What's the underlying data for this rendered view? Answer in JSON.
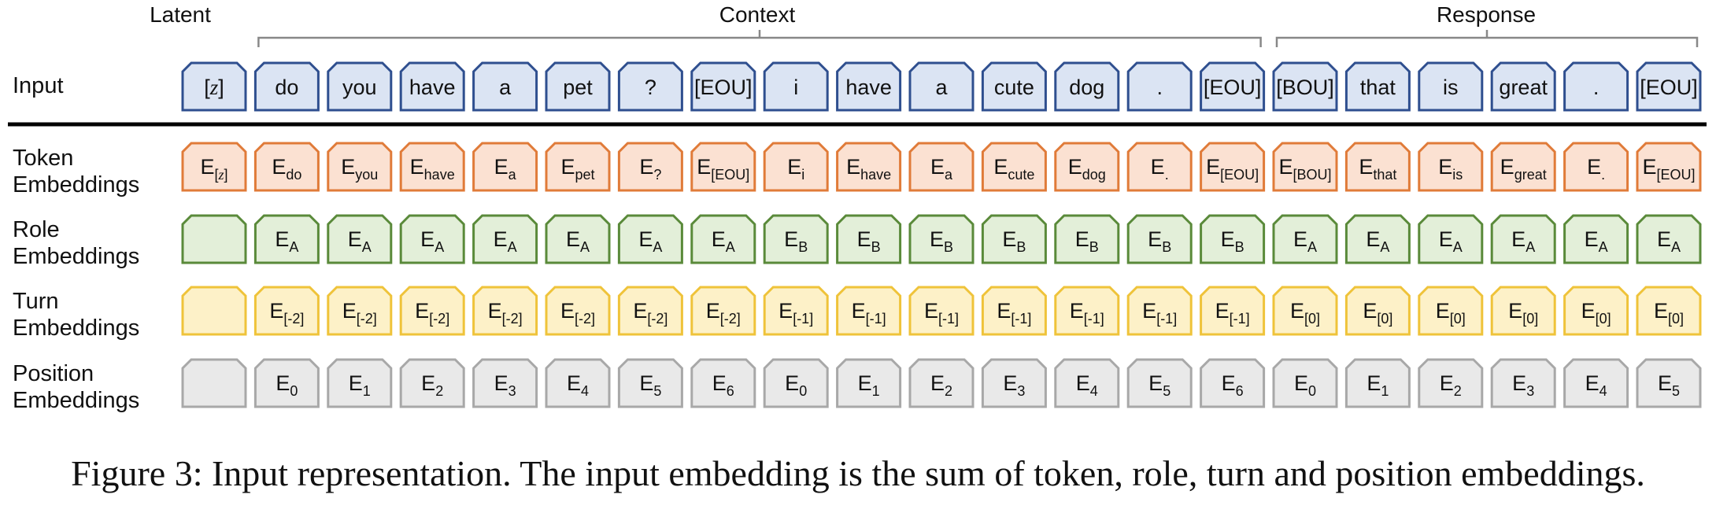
{
  "group_labels": {
    "latent": "Latent",
    "context": "Context",
    "response": "Response"
  },
  "rows": [
    {
      "key": "input",
      "label": [
        "Input"
      ],
      "stroke": "#2f4f8f",
      "fill": "#dbe4f3"
    },
    {
      "key": "token",
      "label": [
        "Token",
        "Embeddings"
      ],
      "stroke": "#e07b39",
      "fill": "#fbe1d2"
    },
    {
      "key": "role",
      "label": [
        "Role",
        "Embeddings"
      ],
      "stroke": "#5a8a3a",
      "fill": "#e3efd9"
    },
    {
      "key": "turn",
      "label": [
        "Turn",
        "Embeddings"
      ],
      "stroke": "#efc33a",
      "fill": "#fdf1c8"
    },
    {
      "key": "position",
      "label": [
        "Position",
        "Embeddings"
      ],
      "stroke": "#a8a8a8",
      "fill": "#e9e9e9"
    }
  ],
  "columns": [
    {
      "input": "[z]",
      "token": {
        "b": "E",
        "s": "[z]"
      },
      "role": null,
      "turn": null,
      "position": null
    },
    {
      "input": "do",
      "token": {
        "b": "E",
        "s": "do"
      },
      "role": {
        "b": "E",
        "s": "A"
      },
      "turn": {
        "b": "E",
        "s": "[-2]"
      },
      "position": {
        "b": "E",
        "s": "0"
      }
    },
    {
      "input": "you",
      "token": {
        "b": "E",
        "s": "you"
      },
      "role": {
        "b": "E",
        "s": "A"
      },
      "turn": {
        "b": "E",
        "s": "[-2]"
      },
      "position": {
        "b": "E",
        "s": "1"
      }
    },
    {
      "input": "have",
      "token": {
        "b": "E",
        "s": "have"
      },
      "role": {
        "b": "E",
        "s": "A"
      },
      "turn": {
        "b": "E",
        "s": "[-2]"
      },
      "position": {
        "b": "E",
        "s": "2"
      }
    },
    {
      "input": "a",
      "token": {
        "b": "E",
        "s": "a"
      },
      "role": {
        "b": "E",
        "s": "A"
      },
      "turn": {
        "b": "E",
        "s": "[-2]"
      },
      "position": {
        "b": "E",
        "s": "3"
      }
    },
    {
      "input": "pet",
      "token": {
        "b": "E",
        "s": "pet"
      },
      "role": {
        "b": "E",
        "s": "A"
      },
      "turn": {
        "b": "E",
        "s": "[-2]"
      },
      "position": {
        "b": "E",
        "s": "4"
      }
    },
    {
      "input": "?",
      "token": {
        "b": "E",
        "s": "?"
      },
      "role": {
        "b": "E",
        "s": "A"
      },
      "turn": {
        "b": "E",
        "s": "[-2]"
      },
      "position": {
        "b": "E",
        "s": "5"
      }
    },
    {
      "input": "[EOU]",
      "token": {
        "b": "E",
        "s": "[EOU]"
      },
      "role": {
        "b": "E",
        "s": "A"
      },
      "turn": {
        "b": "E",
        "s": "[-2]"
      },
      "position": {
        "b": "E",
        "s": "6"
      }
    },
    {
      "input": "i",
      "token": {
        "b": "E",
        "s": "i"
      },
      "role": {
        "b": "E",
        "s": "B"
      },
      "turn": {
        "b": "E",
        "s": "[-1]"
      },
      "position": {
        "b": "E",
        "s": "0"
      }
    },
    {
      "input": "have",
      "token": {
        "b": "E",
        "s": "have"
      },
      "role": {
        "b": "E",
        "s": "B"
      },
      "turn": {
        "b": "E",
        "s": "[-1]"
      },
      "position": {
        "b": "E",
        "s": "1"
      }
    },
    {
      "input": "a",
      "token": {
        "b": "E",
        "s": "a"
      },
      "role": {
        "b": "E",
        "s": "B"
      },
      "turn": {
        "b": "E",
        "s": "[-1]"
      },
      "position": {
        "b": "E",
        "s": "2"
      }
    },
    {
      "input": "cute",
      "token": {
        "b": "E",
        "s": "cute"
      },
      "role": {
        "b": "E",
        "s": "B"
      },
      "turn": {
        "b": "E",
        "s": "[-1]"
      },
      "position": {
        "b": "E",
        "s": "3"
      }
    },
    {
      "input": "dog",
      "token": {
        "b": "E",
        "s": "dog"
      },
      "role": {
        "b": "E",
        "s": "B"
      },
      "turn": {
        "b": "E",
        "s": "[-1]"
      },
      "position": {
        "b": "E",
        "s": "4"
      }
    },
    {
      "input": ".",
      "token": {
        "b": "E",
        "s": "."
      },
      "role": {
        "b": "E",
        "s": "B"
      },
      "turn": {
        "b": "E",
        "s": "[-1]"
      },
      "position": {
        "b": "E",
        "s": "5"
      }
    },
    {
      "input": "[EOU]",
      "token": {
        "b": "E",
        "s": "[EOU]"
      },
      "role": {
        "b": "E",
        "s": "B"
      },
      "turn": {
        "b": "E",
        "s": "[-1]"
      },
      "position": {
        "b": "E",
        "s": "6"
      }
    },
    {
      "input": "[BOU]",
      "token": {
        "b": "E",
        "s": "[BOU]"
      },
      "role": {
        "b": "E",
        "s": "A"
      },
      "turn": {
        "b": "E",
        "s": "[0]"
      },
      "position": {
        "b": "E",
        "s": "0"
      }
    },
    {
      "input": "that",
      "token": {
        "b": "E",
        "s": "that"
      },
      "role": {
        "b": "E",
        "s": "A"
      },
      "turn": {
        "b": "E",
        "s": "[0]"
      },
      "position": {
        "b": "E",
        "s": "1"
      }
    },
    {
      "input": "is",
      "token": {
        "b": "E",
        "s": "is"
      },
      "role": {
        "b": "E",
        "s": "A"
      },
      "turn": {
        "b": "E",
        "s": "[0]"
      },
      "position": {
        "b": "E",
        "s": "2"
      }
    },
    {
      "input": "great",
      "token": {
        "b": "E",
        "s": "great"
      },
      "role": {
        "b": "E",
        "s": "A"
      },
      "turn": {
        "b": "E",
        "s": "[0]"
      },
      "position": {
        "b": "E",
        "s": "3"
      }
    },
    {
      "input": ".",
      "token": {
        "b": "E",
        "s": "."
      },
      "role": {
        "b": "E",
        "s": "A"
      },
      "turn": {
        "b": "E",
        "s": "[0]"
      },
      "position": {
        "b": "E",
        "s": "4"
      }
    },
    {
      "input": "[EOU]",
      "token": {
        "b": "E",
        "s": "[EOU]"
      },
      "role": {
        "b": "E",
        "s": "A"
      },
      "turn": {
        "b": "E",
        "s": "[0]"
      },
      "position": {
        "b": "E",
        "s": "5"
      }
    }
  ],
  "caption": "Figure 3: Input representation. The input embedding is the sum of token, role, turn and position embeddings."
}
